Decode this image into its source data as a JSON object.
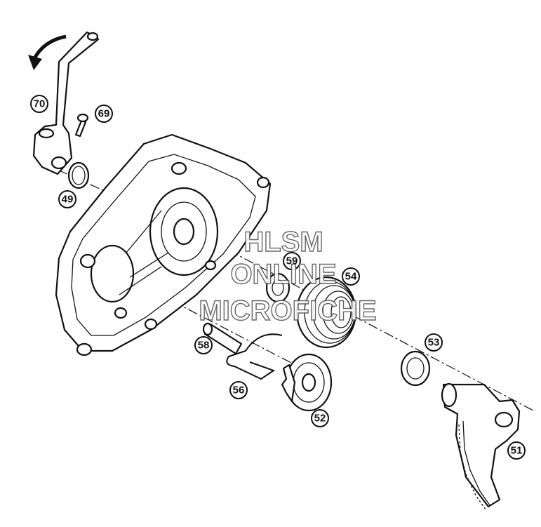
{
  "callouts": [
    {
      "id": "70",
      "label": "70"
    },
    {
      "id": "69",
      "label": "69"
    },
    {
      "id": "49",
      "label": "49"
    },
    {
      "id": "59",
      "label": "59"
    },
    {
      "id": "54",
      "label": "54"
    },
    {
      "id": "58",
      "label": "58"
    },
    {
      "id": "53",
      "label": "53"
    },
    {
      "id": "56",
      "label": "56"
    },
    {
      "id": "52",
      "label": "52"
    },
    {
      "id": "51",
      "label": "51"
    }
  ],
  "watermark": {
    "line1": "HLSM",
    "line2": "ONLINE",
    "line3": "MICROFICHE"
  }
}
